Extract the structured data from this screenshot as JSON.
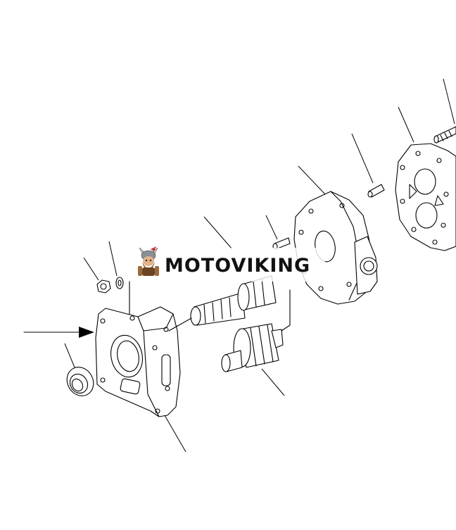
{
  "watermark": {
    "brand": "MOTOVIKING",
    "logo_icon": "viking-mascot-icon"
  },
  "parts": [
    "front-cover",
    "oil-seal",
    "nut",
    "washer",
    "drive-gear-shaft",
    "driven-gear",
    "gear-case",
    "dowel-pin",
    "dowel-pin-upper",
    "rear-plate",
    "stud-bolt"
  ],
  "colors": {
    "line": "#000000",
    "background": "#ffffff"
  }
}
